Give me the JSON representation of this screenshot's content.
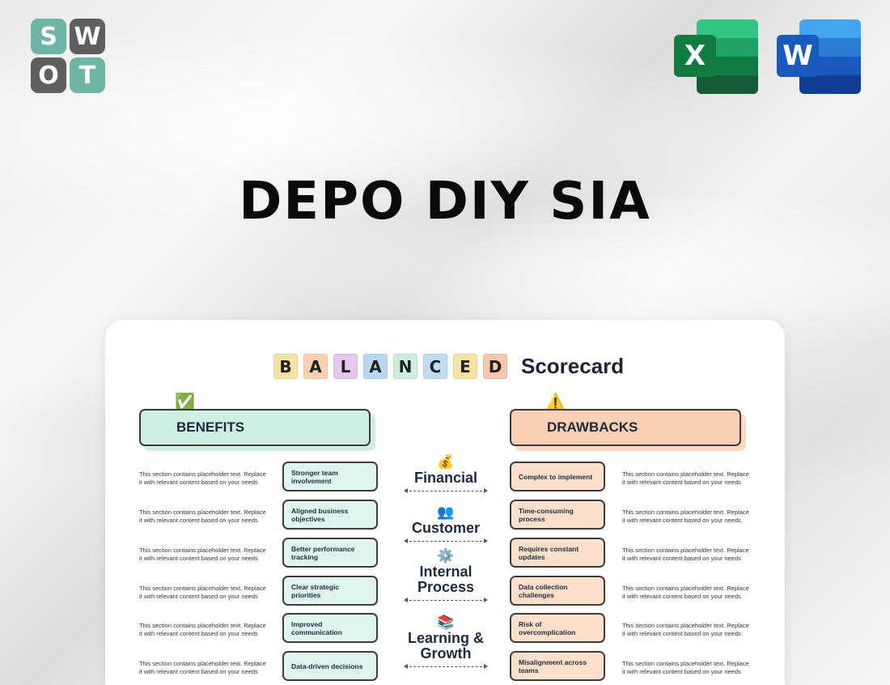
{
  "logo": {
    "letters": [
      "S",
      "W",
      "O",
      "T"
    ]
  },
  "apps": {
    "excel_letter": "X",
    "word_letter": "W"
  },
  "headline": "DEPO DIY SIA",
  "scorecard": {
    "title_letters": [
      {
        "char": "B",
        "color": "#f7e2a6"
      },
      {
        "char": "A",
        "color": "#fbd1b2"
      },
      {
        "char": "L",
        "color": "#e6c8ee"
      },
      {
        "char": "A",
        "color": "#b8d7f2"
      },
      {
        "char": "N",
        "color": "#cdeedd"
      },
      {
        "char": "C",
        "color": "#bedcf2"
      },
      {
        "char": "E",
        "color": "#f7e2a6"
      },
      {
        "char": "D",
        "color": "#f8c8ad"
      }
    ],
    "title_suffix": "Scorecard",
    "benefits_header": "BENEFITS",
    "drawbacks_header": "DRAWBACKS",
    "benefits_badge": "✅",
    "drawbacks_badge": "⚠️",
    "placeholder_line1": "This section contains placeholder text. Replace",
    "placeholder_line2": "it with relevant content based on your needs",
    "benefits": [
      "Stronger team involvement",
      "Aligned business objectives",
      "Better performance tracking",
      "Clear strategic priorities",
      "Improved communication",
      "Data-driven decisions"
    ],
    "drawbacks": [
      "Complex to implement",
      "Time-consuming process",
      "Requires constant updates",
      "Data collection challenges",
      "Risk of overcomplication",
      "Misalignment across teams"
    ],
    "perspectives": [
      {
        "icon": "💰",
        "label": "Financial"
      },
      {
        "icon": "👥",
        "label": "Customer"
      },
      {
        "icon": "⚙️",
        "label": "Internal Process"
      },
      {
        "icon": "📚",
        "label": "Learning & Growth"
      }
    ]
  }
}
